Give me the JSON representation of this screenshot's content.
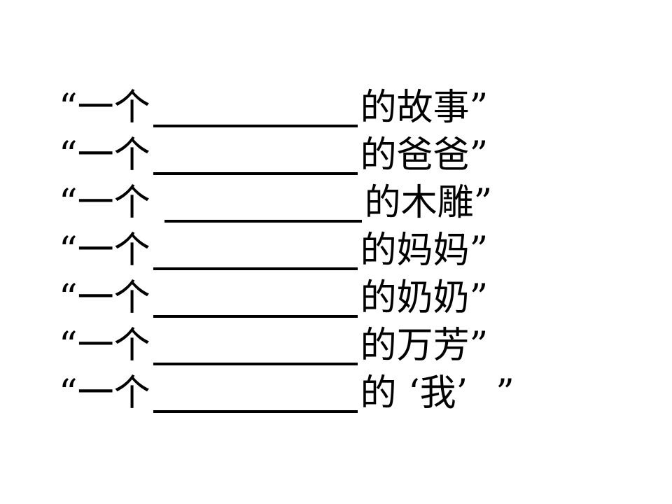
{
  "lines": [
    {
      "open": "“",
      "prefix": "一个",
      "suffix": "的故事",
      "close": "”"
    },
    {
      "open": "“",
      "prefix": "一个",
      "suffix": "的爸爸",
      "close": "”"
    },
    {
      "open": "“",
      "prefix": "一个",
      "suffix": "的木雕",
      "close": "”"
    },
    {
      "open": "“",
      "prefix": "一个",
      "suffix": "的妈妈",
      "close": "”"
    },
    {
      "open": "“",
      "prefix": "一个",
      "suffix": "的奶奶",
      "close": "”"
    },
    {
      "open": "“",
      "prefix": "一个",
      "suffix": "的万芳",
      "close": "”"
    },
    {
      "open": "“",
      "prefix": "一个",
      "suffix": "的 ‘我’",
      "close": "”"
    }
  ]
}
